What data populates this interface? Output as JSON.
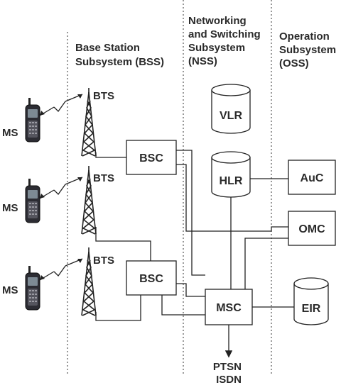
{
  "sections": {
    "bss": [
      "Base Station",
      "Subsystem (BSS)"
    ],
    "nss": [
      "Networking",
      "and Switching",
      "Subsystem",
      "(NSS)"
    ],
    "oss": [
      "Operation",
      "Subsystem",
      "(OSS)"
    ]
  },
  "nodes": {
    "ms": "MS",
    "bts": "BTS",
    "bsc": "BSC",
    "vlr": "VLR",
    "hlr": "HLR",
    "msc": "MSC",
    "auc": "AuC",
    "omc": "OMC",
    "eir": "EIR"
  },
  "output": [
    "PTSN",
    "ISDN"
  ]
}
